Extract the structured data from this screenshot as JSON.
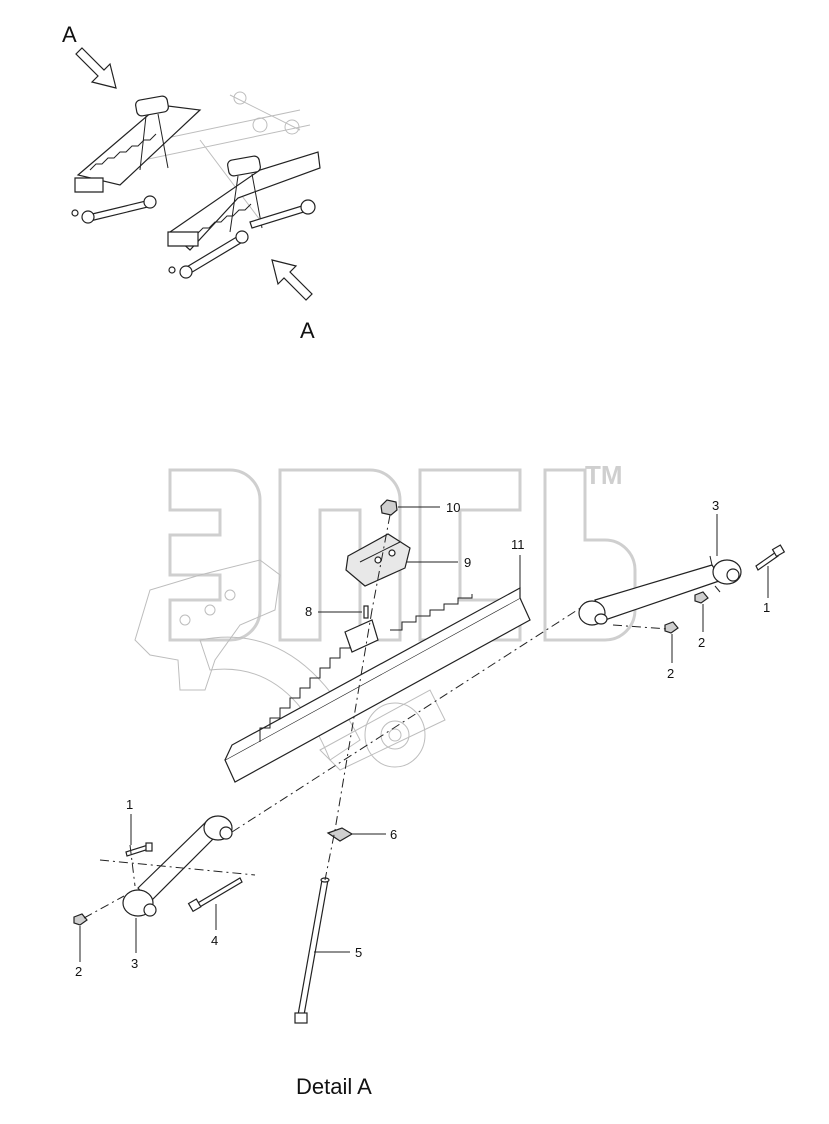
{
  "overview": {
    "view_marker_top": "A",
    "view_marker_bottom": "A"
  },
  "watermark": {
    "trademark": "TM"
  },
  "callouts": [
    {
      "id": "c1a",
      "text": "1"
    },
    {
      "id": "c1b",
      "text": "1"
    },
    {
      "id": "c2a",
      "text": "2"
    },
    {
      "id": "c2b",
      "text": "2"
    },
    {
      "id": "c2c",
      "text": "2"
    },
    {
      "id": "c3a",
      "text": "3"
    },
    {
      "id": "c3b",
      "text": "3"
    },
    {
      "id": "c4",
      "text": "4"
    },
    {
      "id": "c5",
      "text": "5"
    },
    {
      "id": "c6",
      "text": "6"
    },
    {
      "id": "c8",
      "text": "8"
    },
    {
      "id": "c9",
      "text": "9"
    },
    {
      "id": "c10",
      "text": "10"
    },
    {
      "id": "c11",
      "text": "11"
    }
  ],
  "caption": {
    "text": "Detail A"
  }
}
